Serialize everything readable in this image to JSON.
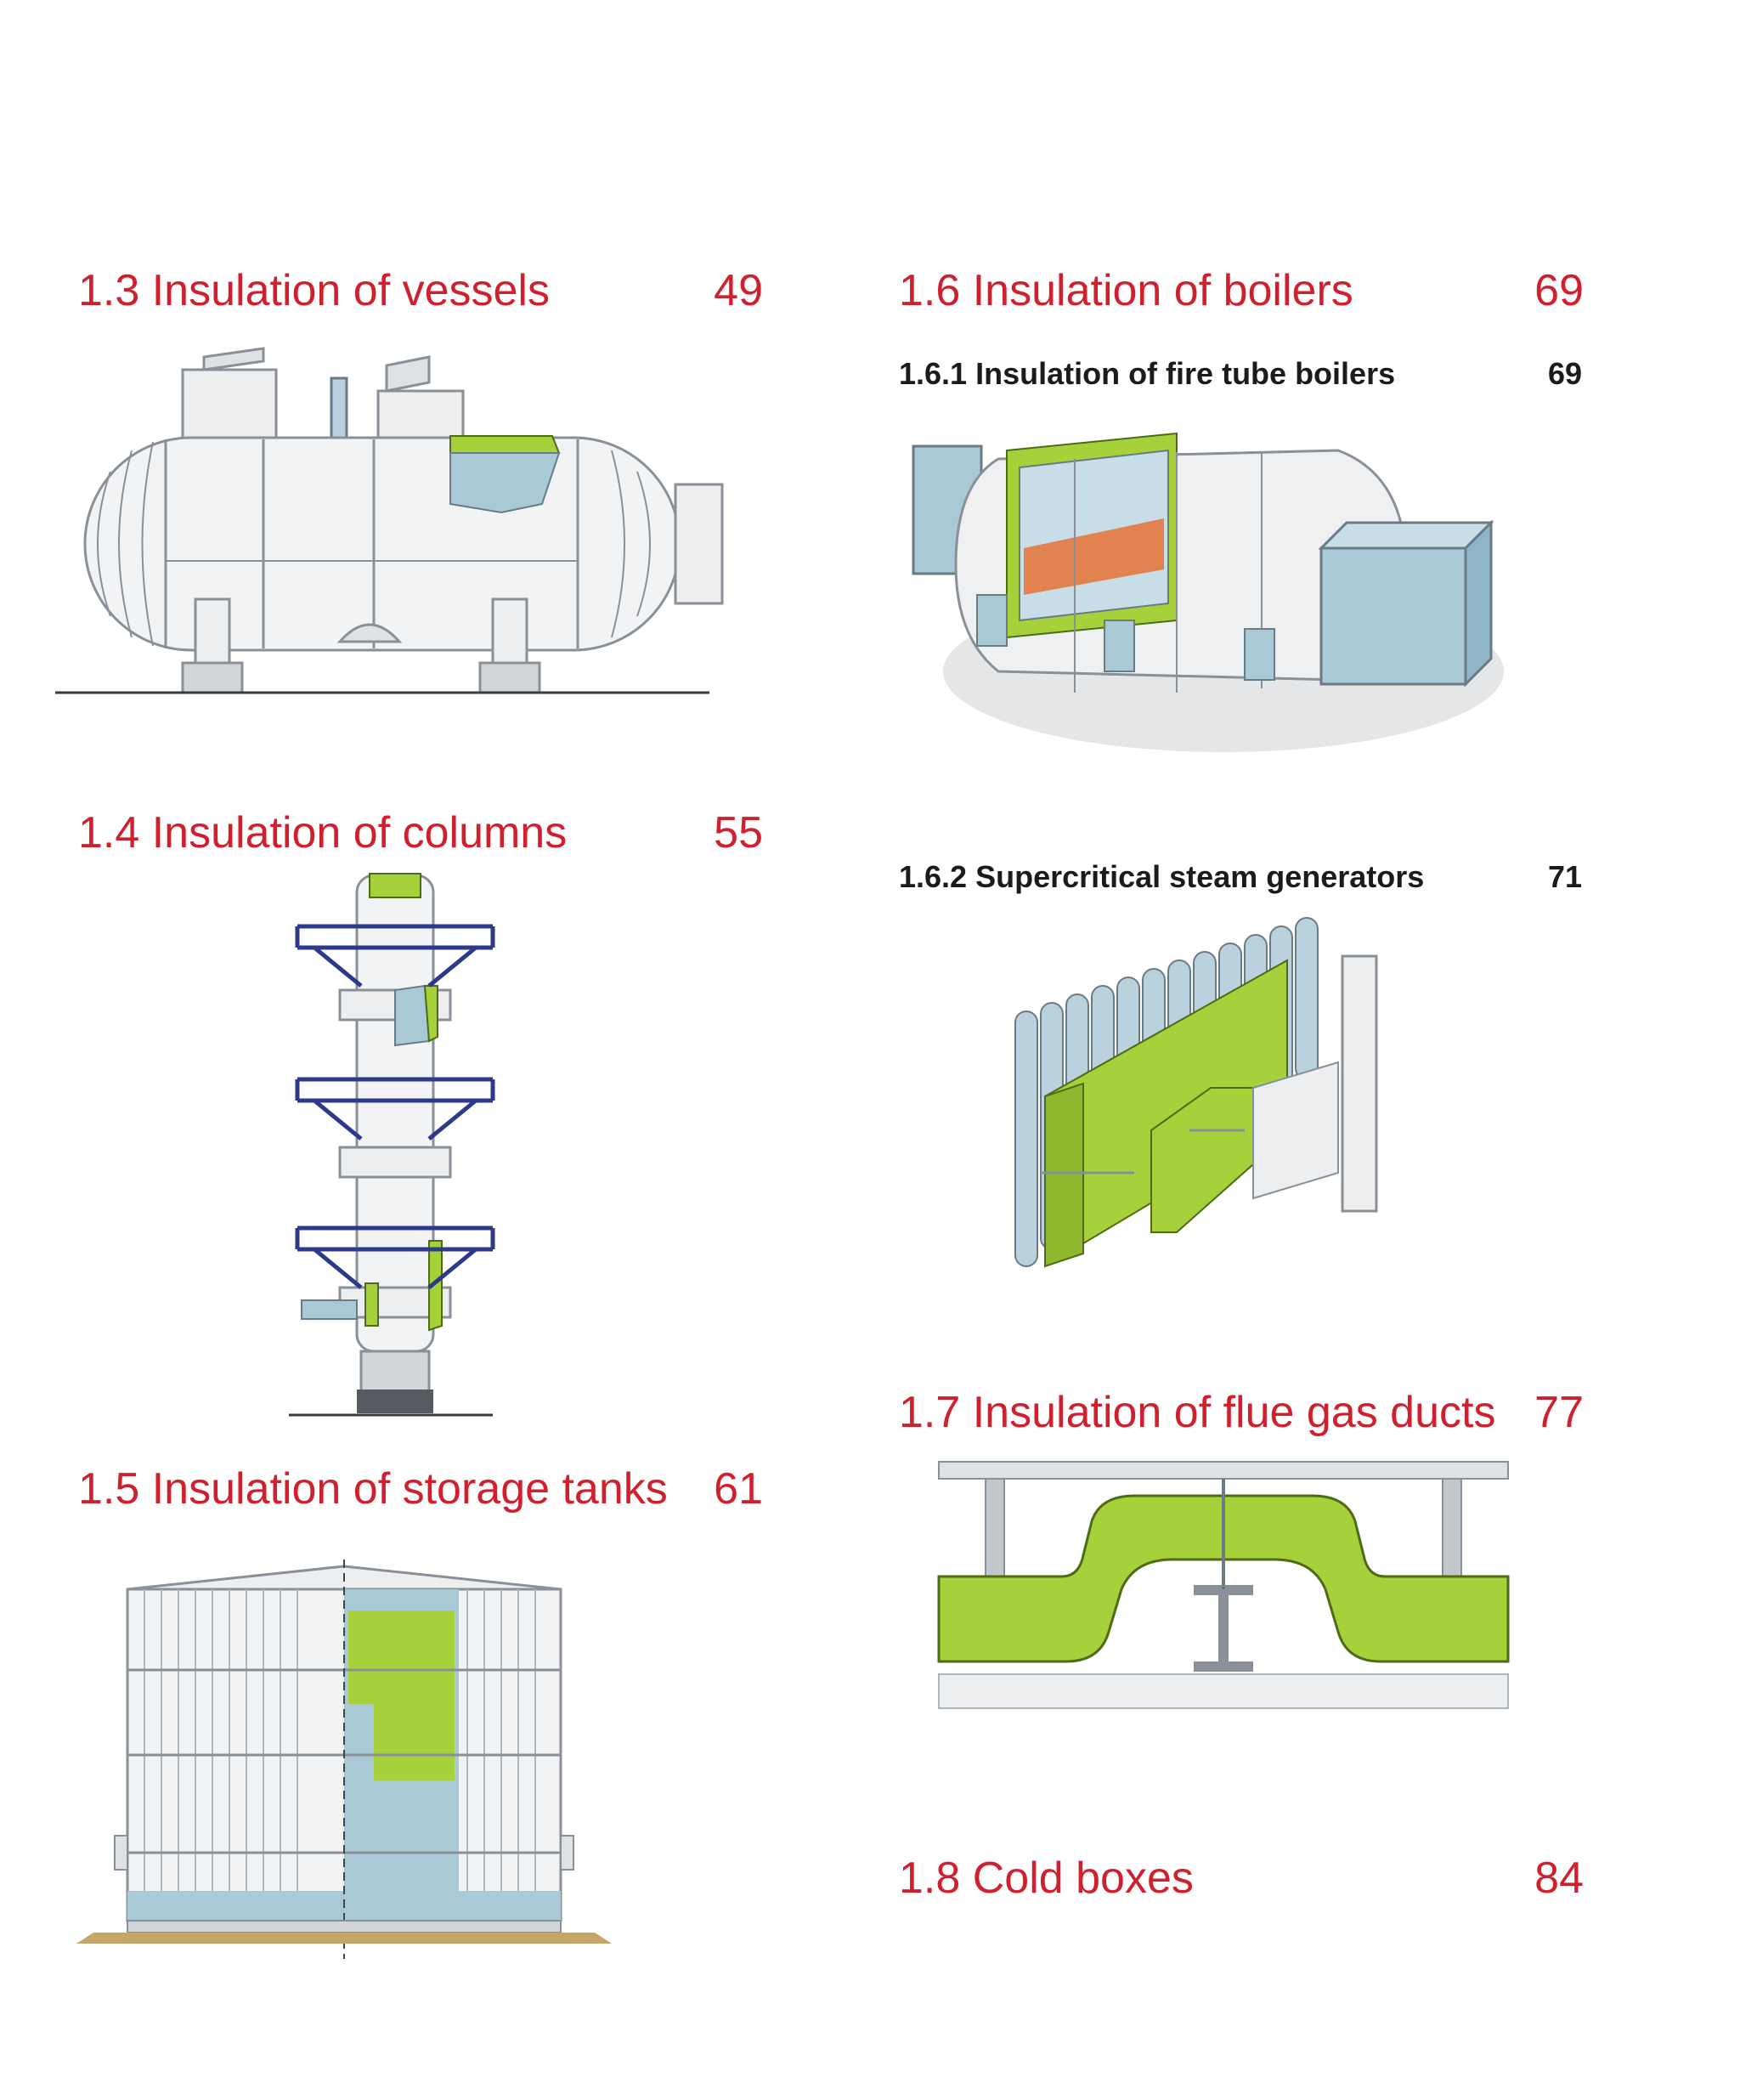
{
  "sections": [
    {
      "title": "1.3 Insulation of vessels",
      "page": "49"
    },
    {
      "title": "1.4 Insulation of columns",
      "page": "55"
    },
    {
      "title": "1.5 Insulation of storage tanks",
      "page": "61"
    },
    {
      "title": "1.6 Insulation of boilers",
      "page": "69"
    },
    {
      "title": "1.7 Insulation of flue gas ducts",
      "page": "77"
    },
    {
      "title": "1.8 Cold boxes",
      "page": "84"
    }
  ],
  "subsections": [
    {
      "title": "1.6.1 Insulation of fire tube boilers",
      "page": "69"
    },
    {
      "title": "1.6.2 Supercritical steam generators",
      "page": "71"
    }
  ],
  "colors": {
    "accent_red": "#d0202e",
    "insulation_green": "#a6d13a",
    "cladding_blue": "#a9c9d6",
    "steel_navy": "#2d3a8c",
    "shell_grey": "#e8eaec"
  }
}
